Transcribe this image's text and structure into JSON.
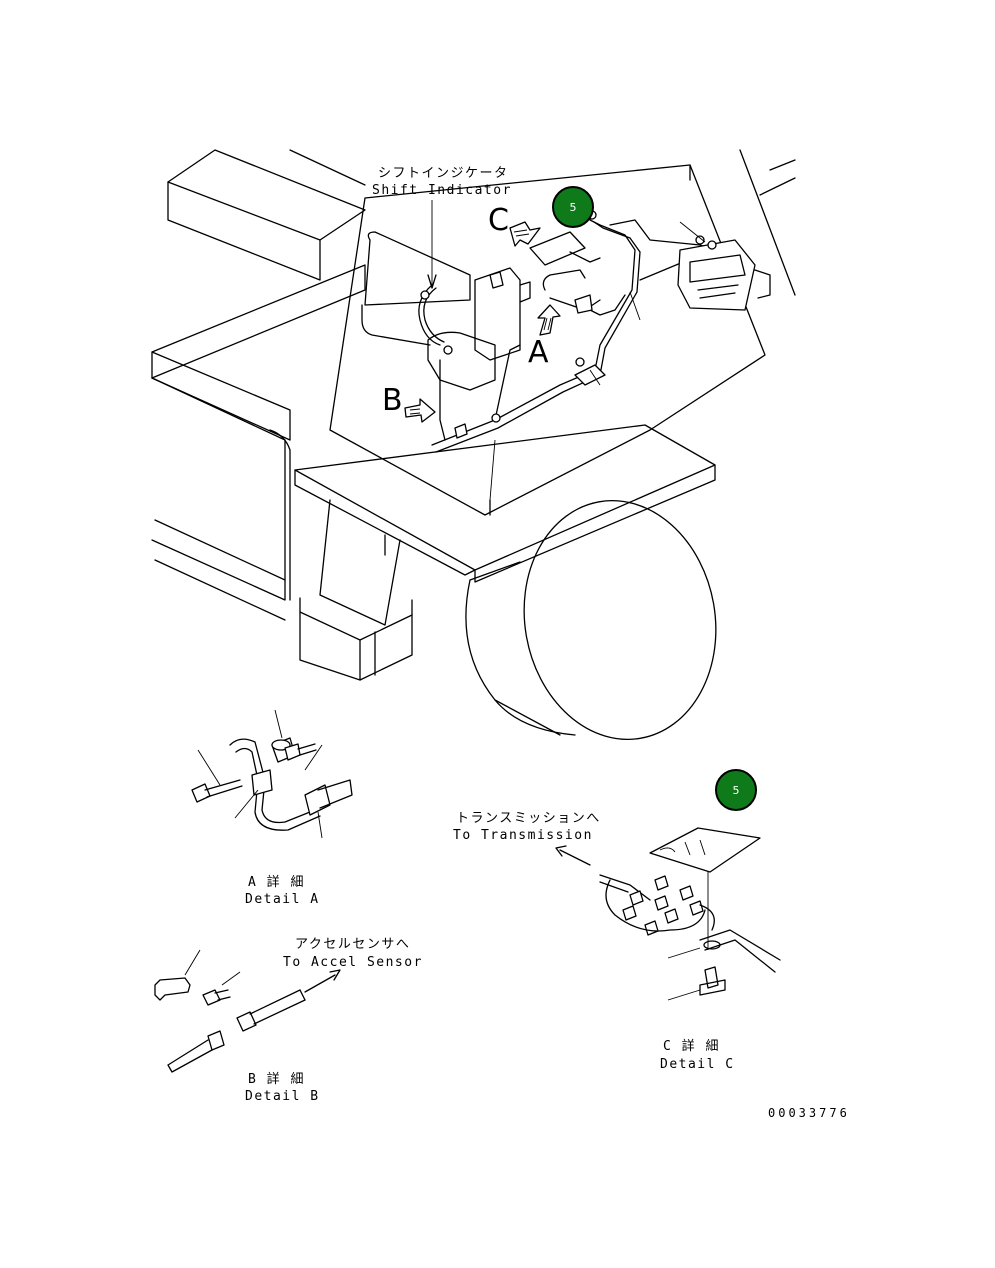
{
  "colors": {
    "badge_fill": "#0f7a1a",
    "badge_ring": "#000000",
    "line": "#000000",
    "background": "#ffffff"
  },
  "main_view": {
    "shift_indicator_jp": "シフトインジケータ",
    "shift_indicator_en": "Shift Indicator",
    "view_letter_a": "A",
    "view_letter_b": "B",
    "view_letter_c": "C",
    "badge_number": "5"
  },
  "detail_a": {
    "title_jp": "A 詳 細",
    "title_en": "Detail A"
  },
  "detail_b": {
    "title_jp": "B 詳 細",
    "title_en": "Detail B",
    "to_accel_jp": "アクセルセンサへ",
    "to_accel_en": "To Accel Sensor"
  },
  "detail_c": {
    "title_jp": "C 詳 細",
    "title_en": "Detail C",
    "to_transmission_jp": "トランスミッションへ",
    "to_transmission_en": "To Transmission",
    "badge_number": "5"
  },
  "drawing_number": "00033776"
}
